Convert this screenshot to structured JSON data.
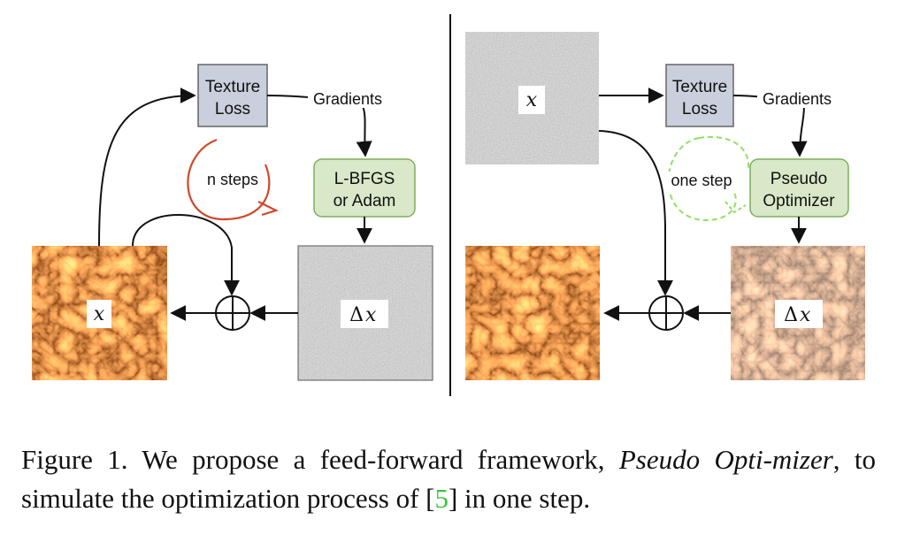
{
  "left_panel": {
    "loss_box": [
      "Texture",
      "Loss"
    ],
    "gradients_label": "Gradients",
    "optimizer_box": [
      "L-BFGS",
      "or Adam"
    ],
    "loop_label": "n steps",
    "image_label": "x",
    "delta_label_symbol": "Δ",
    "delta_label_var": "x"
  },
  "right_panel": {
    "noise_label": "x",
    "loss_box": [
      "Texture",
      "Loss"
    ],
    "gradients_label": "Gradients",
    "optimizer_box": [
      "Pseudo",
      "Optimizer"
    ],
    "loop_label": "one step",
    "delta_label_symbol": "Δ",
    "delta_label_var": "x"
  },
  "colors": {
    "box_loss_fill": "#c9cfdc",
    "box_opt_fill": "#d8e8c8",
    "n_steps_loop": "#d0482a",
    "one_step_loop": "#92e063"
  },
  "caption": {
    "prefix": "Figure 1. We propose a feed-forward framework,",
    "italic_term": "Pseudo Opti-mizer",
    "middle": ", to simulate the optimization process of [",
    "citation": "5",
    "suffix": "] in one step."
  }
}
